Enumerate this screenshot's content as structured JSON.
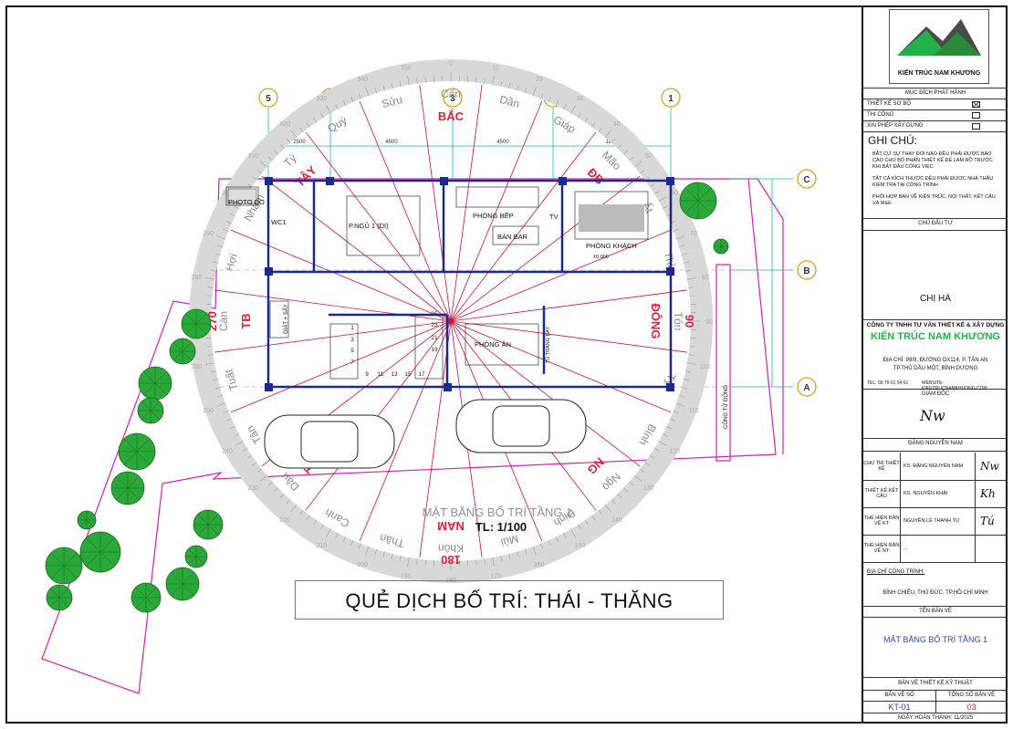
{
  "plan": {
    "axes": [
      "5",
      "4",
      "3",
      "2",
      "1"
    ],
    "row_axes": [
      "C",
      "B",
      "A"
    ],
    "dims": [
      "2500",
      "4500",
      "4500",
      "1800"
    ],
    "rooms": {
      "photo_do": "PHOTO DO",
      "wc1": "WC1",
      "bedroom": "P.NGỦ 1 (DI)",
      "kitchen": "PHÒNG BẾP",
      "bar": "BÀN BAR",
      "tv": "TV",
      "living": "PHÒNG KHÁCH",
      "dining": "PHÒNG ĂN",
      "laundry": "GIẶT + SẤY",
      "altar": "TỦ TRANG BAY",
      "gate": "CÔNG TỬ ĐỘNG",
      "level": "±0.000"
    },
    "stairs": [
      "25",
      "23",
      "21",
      "19",
      "1",
      "3",
      "5",
      "7",
      "9",
      "11",
      "13",
      "15",
      "17"
    ],
    "compass_degrees": [
      "0",
      "10",
      "20",
      "30",
      "40",
      "50",
      "60",
      "70",
      "80",
      "90",
      "100",
      "110",
      "120",
      "130",
      "140",
      "150",
      "160",
      "170",
      "180",
      "190",
      "200",
      "210",
      "220",
      "230",
      "240",
      "250",
      "260",
      "270",
      "280",
      "290",
      "300",
      "310",
      "320",
      "330",
      "340",
      "350"
    ],
    "compass_words": [
      "Dần",
      "Giáp",
      "Mão",
      "Ất",
      "Thìn",
      "Tốn",
      "Tỵ",
      "Bính",
      "Ngọ",
      "Đinh",
      "Mùi",
      "Khôn",
      "Thân",
      "Canh",
      "Dậu",
      "Tân",
      "Tuất",
      "Càn",
      "Hợi",
      "Nhâm",
      "Tý",
      "Quý",
      "Sửu",
      "Cấn"
    ],
    "directions_red": [
      "ĐB",
      "ĐÔNG",
      "NG",
      "NAM",
      "TN",
      "TB",
      "TÂY",
      "BẮC",
      "90",
      "180",
      "270"
    ],
    "drawing_title": "MẶT BẰNG BỐ TRÍ TẦNG 1",
    "scale": "TL: 1/100"
  },
  "quote": "QUẺ DỊCH BỐ TRÍ: THÁI - THĂNG",
  "titleblock": {
    "logo_text": "KIẾN TRÚC NAM KHƯƠNG",
    "purpose_header": "MỤC ĐÍCH PHÁT HÀNH",
    "purpose": [
      "THIẾT KẾ SƠ BỘ",
      "THI CÔNG",
      "XIN PHÉP XÂY DỰNG"
    ],
    "notes_header": "GHI CHÚ:",
    "notes": [
      "BẤT CỨ SỰ THAY ĐỔI NÀO ĐỀU PHẢI ĐƯỢC BÁO CÁO CHO BỘ PHẬN THIẾT KẾ ĐỂ LÀM RÕ TRƯỚC KHI BẮT ĐẦU CÔNG VIỆC",
      "TẤT CẢ KÍCH THƯỚC ĐỀU PHẢI ĐƯỢC NHÀ THẦU KIỂM TRA TẠI CÔNG TRÌNH",
      "PHỐI HỢP BẢN VẼ KIẾN TRÚC, NỘI THẤT, KẾT CẤU VÀ M&E"
    ],
    "owner_header": "CHỦ ĐẦU TƯ",
    "owner": "CHỊ HÀ",
    "company": "CÔNG TY TNHH TƯ VẤN THIẾT KẾ & XÂY DỰNG",
    "company_name": "KIẾN TRÚC NAM KHƯƠNG",
    "address1": "ĐỊA CHỈ: 99/9, ĐƯỜNG DX114, P. TÂN AN",
    "address2": "TP.THỦ DẦU MỘT, BÌNH DƯƠNG",
    "tel": "TEL: 09 79 61 54 61",
    "website": "WEBSITE: KIENTRUCNAMKHUONG.COM",
    "director_header": "GIÁM ĐỐC",
    "director": "ĐẶNG NGUYÊN NAM",
    "staff": [
      {
        "role": "CHỦ TRÌ THIẾT KẾ",
        "name": "KS. ĐẶNG NGUYÊN NAM"
      },
      {
        "role": "THIẾT KẾ KẾT CẤU",
        "name": "KS. NGUYỄN KHẢI"
      },
      {
        "role": "THỂ HIỆN BẢN VẼ KT",
        "name": "NGUYỄN LÊ THANH TÚ"
      },
      {
        "role": "THỂ HIỆN BẢN VẼ NT",
        "name": "..."
      }
    ],
    "site_header": "ĐỊA CHỈ CÔNG TRÌNH:",
    "site": "BÌNH CHIỂU, THỦ ĐỨC, TP.HỒ CHÍ MINH",
    "drawing_name_header": "TÊN BẢN VẼ",
    "drawing_name": "MẶT BẰNG BỐ TRÍ TẦNG 1",
    "category": "BẢN VẼ THIẾT KẾ KỸ THUẬT",
    "sheet_label": "BẢN VẼ SỐ",
    "total_label": "TỔNG SỐ BẢN VẼ",
    "sheet": "KT-01",
    "total": "03",
    "completion": "NGÀY HOÀN THÀNH: 11/2025"
  }
}
